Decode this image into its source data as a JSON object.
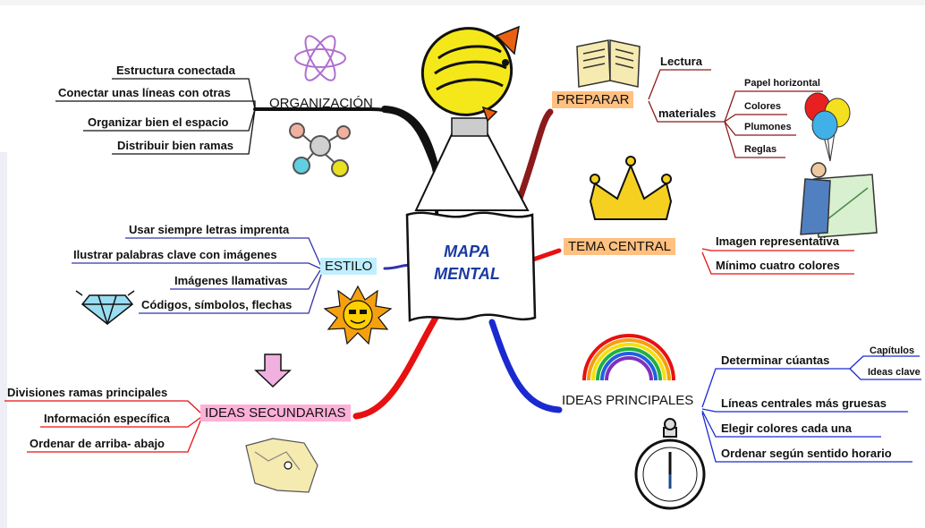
{
  "center": {
    "line1": "MAPA",
    "line2": "MENTAL"
  },
  "branches": {
    "organizacion": {
      "title": "ORGANIZACIÓN",
      "items": [
        "Estructura conectada",
        "Conectar unas líneas con otras",
        "Organizar bien el espacio",
        "Distribuir bien ramas"
      ]
    },
    "estilo": {
      "title": "ESTILO",
      "items": [
        "Usar siempre letras imprenta",
        "Ilustrar palabras clave con imágenes",
        "Imágenes llamativas",
        "Códigos, símbolos, flechas"
      ]
    },
    "ideas_secundarias": {
      "title": "IDEAS SECUNDARIAS",
      "items": [
        "Divisiones ramas principales",
        "Información específica",
        "Ordenar de arriba- abajo"
      ]
    },
    "preparar": {
      "title": "PREPARAR",
      "lectura": "Lectura",
      "materiales": "materiales",
      "materials_list": [
        "Papel horizontal",
        "Colores",
        "Plumones",
        "Reglas"
      ]
    },
    "tema_central": {
      "title": "TEMA CENTRAL",
      "items": [
        "Imagen representativa",
        "Mínimo cuatro colores"
      ]
    },
    "ideas_principales": {
      "title": "IDEAS PRINCIPALES",
      "determinar": "Determinar cúantas",
      "sub": [
        "Capítulos",
        "Ideas clave"
      ],
      "items": [
        "Líneas centrales más gruesas",
        "Elegir colores cada una",
        "Ordenar según sentido horario"
      ]
    }
  },
  "icons": [
    "atom-icon",
    "molecule-icon",
    "blimp-icon",
    "book-icon",
    "balloons-icon",
    "crown-icon",
    "artist-icon",
    "diamond-icon",
    "sun-icon",
    "arrow-down-icon",
    "map-icon",
    "rainbow-icon",
    "stopwatch-icon"
  ],
  "colors": {
    "organizacion": "#111111",
    "estilo": "#3333aa",
    "estilo_bg": "#bfefff",
    "ideas_secundarias": "#e81010",
    "ideas_secundarias_bg": "#ffb0d8",
    "preparar": "#8b1a1a",
    "preparar_bg": "#ffc080",
    "tema_central": "#e81010",
    "tema_central_bg": "#ffc080",
    "ideas_principales": "#1a2ad0",
    "center_text": "#1a3aa0"
  }
}
